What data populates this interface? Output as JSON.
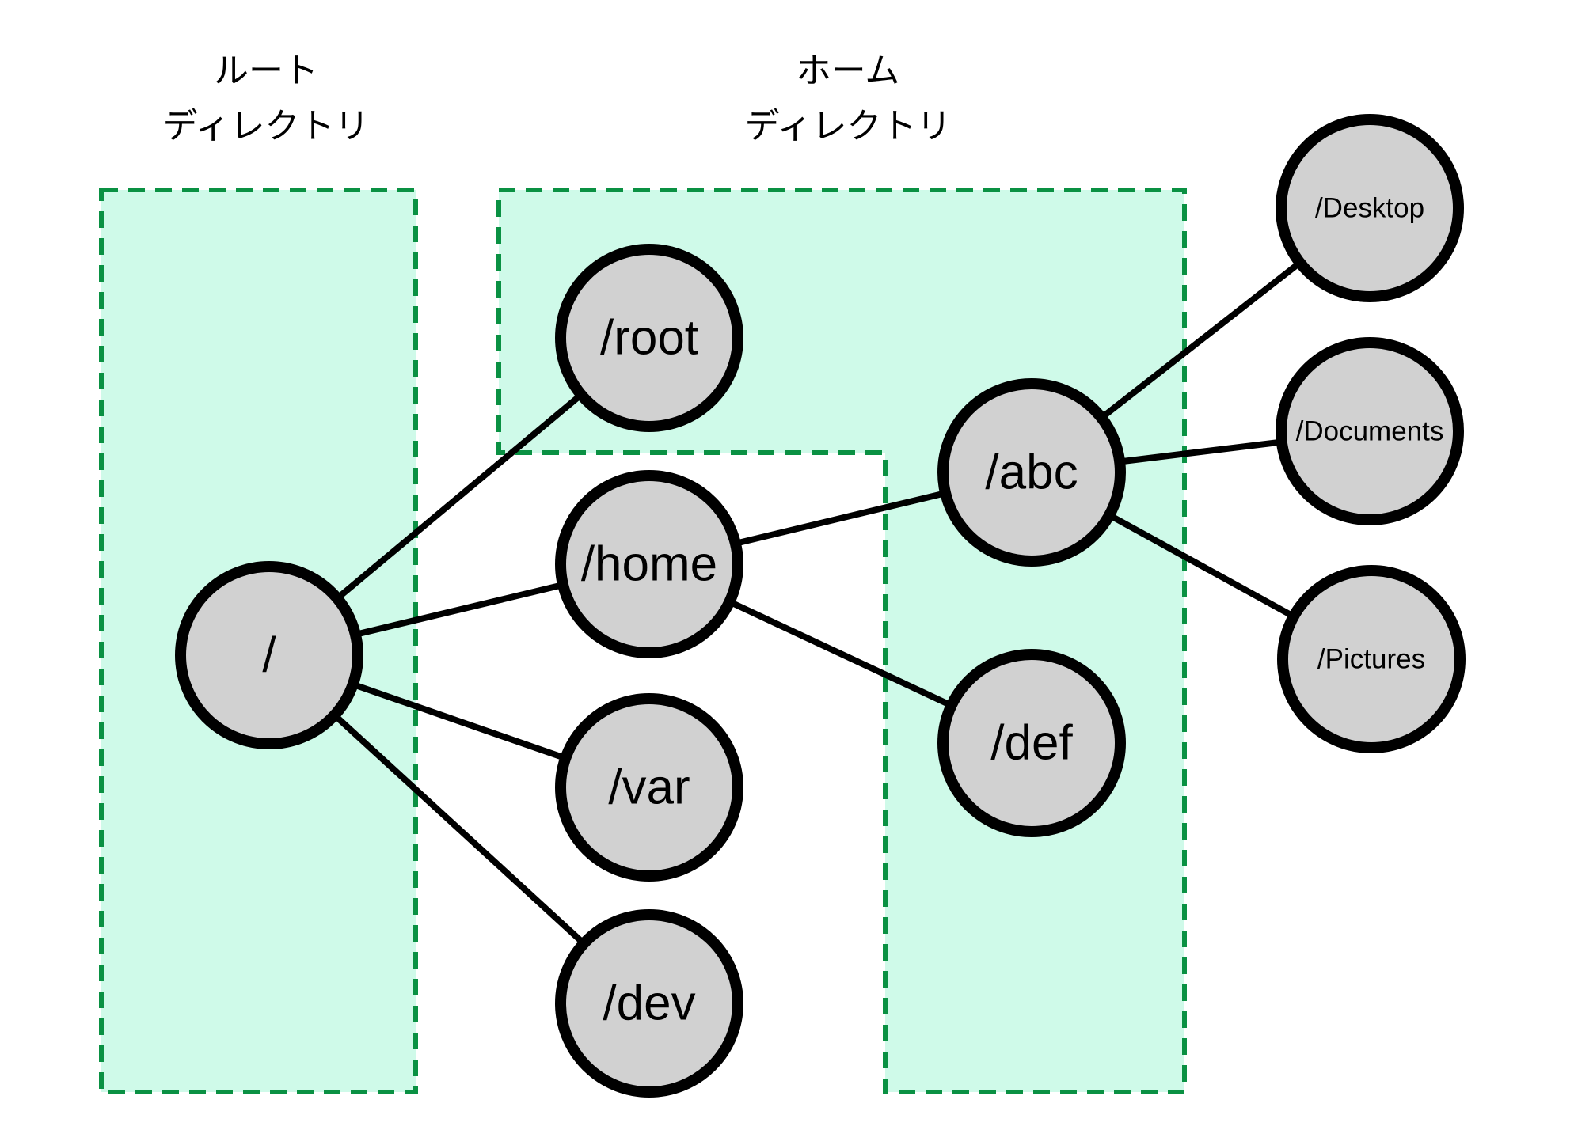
{
  "diagram": {
    "title_hint": "Linux filesystem directory tree",
    "colors": {
      "background": "#ffffff",
      "region_fill": "#cffae9",
      "region_border_green": "#0a9143",
      "node_fill": "#d1d1d1",
      "node_border": "#000000",
      "edge": "#000000",
      "text": "#000000"
    },
    "regions": {
      "root": {
        "line1": "ルート",
        "line2": "ディレクトリ"
      },
      "home": {
        "line1": "ホーム",
        "line2": "ディレクトリ"
      }
    },
    "nodes": {
      "slash": {
        "label": "/"
      },
      "root": {
        "label": "/root"
      },
      "home": {
        "label": "/home"
      },
      "var": {
        "label": "/var"
      },
      "dev": {
        "label": "/dev"
      },
      "abc": {
        "label": "/abc"
      },
      "def": {
        "label": "/def"
      },
      "desktop": {
        "label": "/Desktop"
      },
      "documents": {
        "label": "/Documents"
      },
      "pictures": {
        "label": "/Pictures"
      }
    },
    "edges": [
      {
        "from": "/",
        "to": "/root"
      },
      {
        "from": "/",
        "to": "/home"
      },
      {
        "from": "/",
        "to": "/var"
      },
      {
        "from": "/",
        "to": "/dev"
      },
      {
        "from": "/home",
        "to": "/abc"
      },
      {
        "from": "/home",
        "to": "/def"
      },
      {
        "from": "/abc",
        "to": "/Desktop"
      },
      {
        "from": "/abc",
        "to": "/Documents"
      },
      {
        "from": "/abc",
        "to": "/Pictures"
      }
    ]
  }
}
